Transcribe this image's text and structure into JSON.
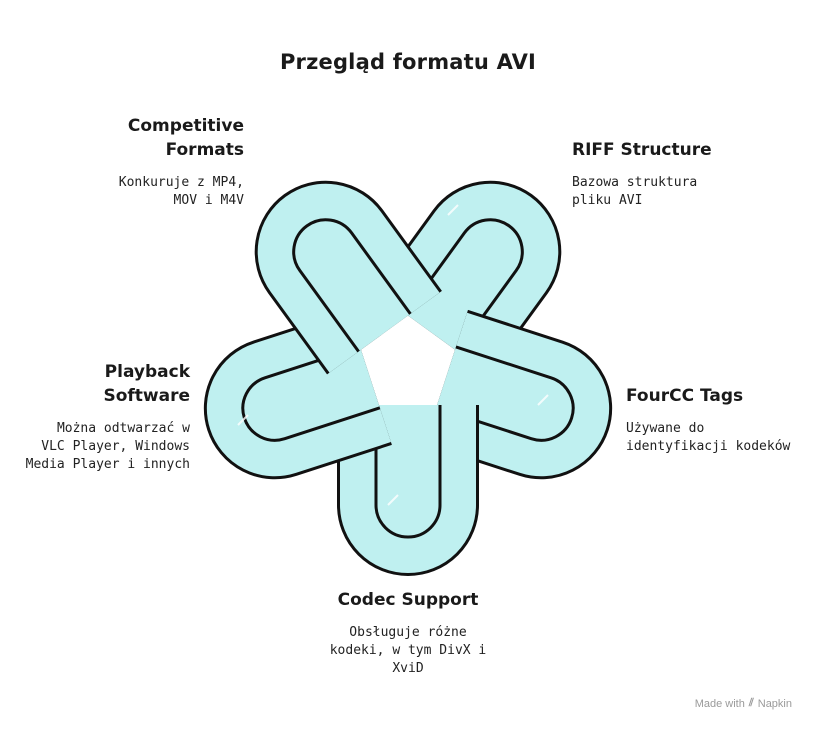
{
  "title": "Przegląd formatu AVI",
  "items": [
    {
      "id": "competitive",
      "heading": "Competitive\nFormats",
      "desc": "Konkuruje z MP4,\nMOV i M4V"
    },
    {
      "id": "riff",
      "heading": "RIFF Structure",
      "desc": "Bazowa struktura\npliku AVI"
    },
    {
      "id": "fourcc",
      "heading": "FourCC Tags",
      "desc": "Używane do\nidentyfikacji kodeków"
    },
    {
      "id": "codec",
      "heading": "Codec Support",
      "desc": "Obsługuje różne\nkodeki, w tym DivX i\nXviD"
    },
    {
      "id": "playback",
      "heading": "Playback\nSoftware",
      "desc": "Można odtwarzać w\nVLC Player, Windows\nMedia Player i innych"
    }
  ],
  "credit": {
    "text": "Made with",
    "brand": "Napkin"
  },
  "colors": {
    "loop_fill": "#bff0f0",
    "outline": "#111111"
  }
}
